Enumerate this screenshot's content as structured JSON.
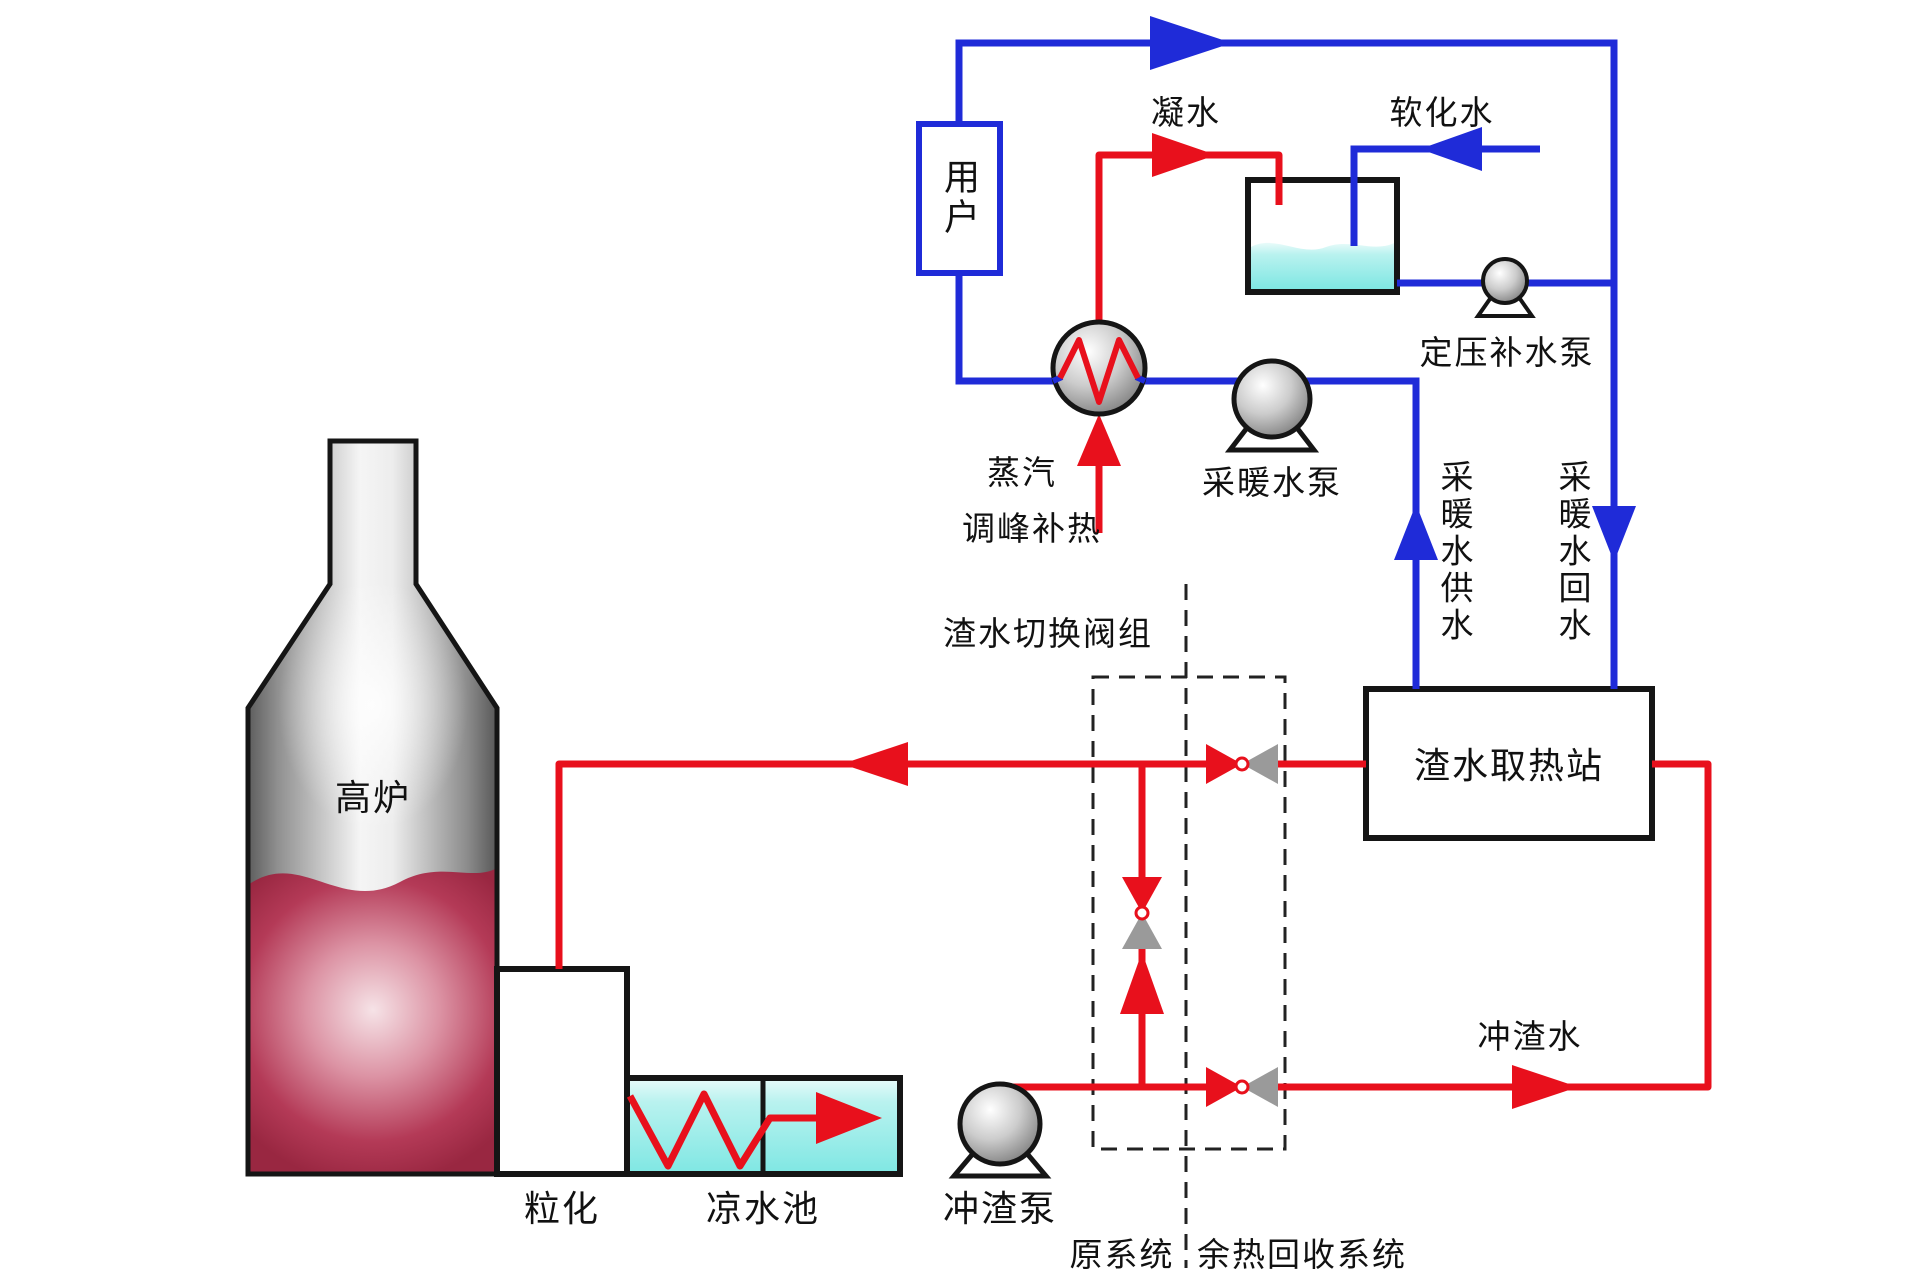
{
  "diagram": {
    "labels": {
      "blast_furnace": "高炉",
      "granulation": "粒化",
      "cooling_pool": "凉水池",
      "slag_pump": "冲渣泵",
      "heat_station": "渣水取热站",
      "valve_group": "渣水切换阀组",
      "slag_water": "冲渣水",
      "user": "用户",
      "condensate": "凝水",
      "softened_water": "软化水",
      "pressure_makeup_pump": "定压补水泵",
      "heating_pump": "采暖水泵",
      "steam": "蒸汽",
      "peak_supplement_heat": "调峰补热",
      "heating_supply_water": "采暖水供水",
      "heating_return_water": "采暖水回水",
      "original_system": "原系统",
      "recovery_system": "余热回收系统"
    },
    "colors": {
      "hot_pipe_red": "#e8101c",
      "cold_pipe_blue": "#1f2bd8",
      "water_cyan": "#7fe7e3",
      "outline_black": "#151515"
    }
  }
}
